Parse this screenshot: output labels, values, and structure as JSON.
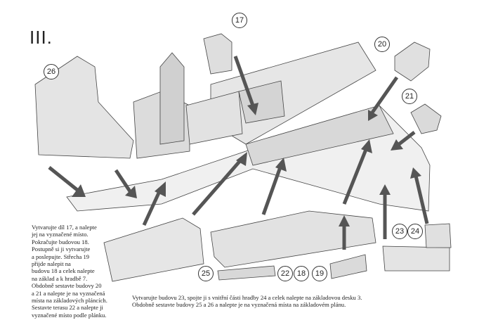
{
  "title": "III.",
  "left_text": [
    "Vytvarujte díl 17, a nalepte",
    "jej na vyznačené místo.",
    "Pokračujte budovou 18.",
    "Postupně si ji vytvarujte",
    "a poslepujte. Střecha 19",
    "přijde nalepit na",
    "budovu 18 a celek nalepte",
    "na základ a k hradbě 7.",
    "Obdobně sestavte budovy 20",
    "a 21 a nalepte je na vyznačená",
    "místa na základových pláncích.",
    "Sestavte terasu 22 a nalepte ji",
    "vyznačené místo podle plánku."
  ],
  "bottom_text": [
    "Vytvarujte budovu 23, spojte ji s vnitřní části hradby 24 a celek nalepte na základovou desku 3.",
    "Obdobně sestavte budovy 25 a 26 a nalepte je na vyznačená místa na základovém plánu."
  ],
  "callouts": {
    "p17": "17",
    "p20": "20",
    "p21": "21",
    "p26": "26",
    "p25": "25",
    "p22": "22",
    "p18": "18",
    "p19": "19",
    "p23": "23",
    "p24": "24"
  },
  "colors": {
    "arrow": "#555555",
    "part_fill": "#e4e4e4",
    "part_dark": "#c8c8c8",
    "outline": "#444444"
  }
}
